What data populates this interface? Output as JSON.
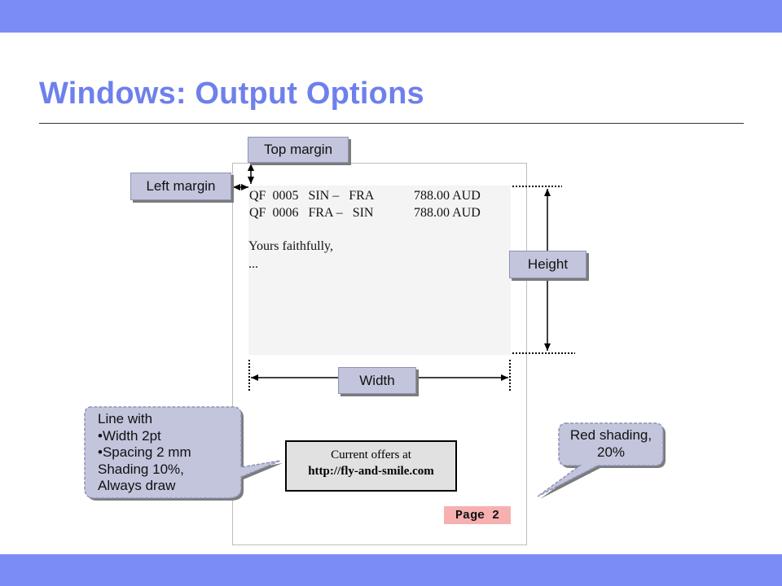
{
  "slide": {
    "title": "Windows: Output Options"
  },
  "letter": {
    "rows": [
      "QF  0005   SIN –   FRA",
      "QF  0006   FRA –   SIN"
    ],
    "amounts": [
      "788.00 AUD",
      "788.00 AUD"
    ],
    "closing": "Yours faithfully,",
    "ellipsis": "..."
  },
  "labels": {
    "top_margin": "Top margin",
    "left_margin": "Left margin",
    "height": "Height",
    "width": "Width"
  },
  "offer_box": {
    "line1": "Current offers at",
    "line2": "http://fly-and-smile.com"
  },
  "page_label": "Page 2",
  "callout_left": {
    "lines": [
      "Line with",
      "•Width 2pt",
      "•Spacing 2 mm",
      "Shading 10%,",
      "Always draw"
    ]
  },
  "callout_right": {
    "lines": [
      "Red shading,",
      "20%"
    ]
  },
  "colors": {
    "band": "#7b8cf7",
    "title": "#6e80ec",
    "callout_fill": "#c2c5dc",
    "page_label_fill": "#f6b0b0"
  }
}
